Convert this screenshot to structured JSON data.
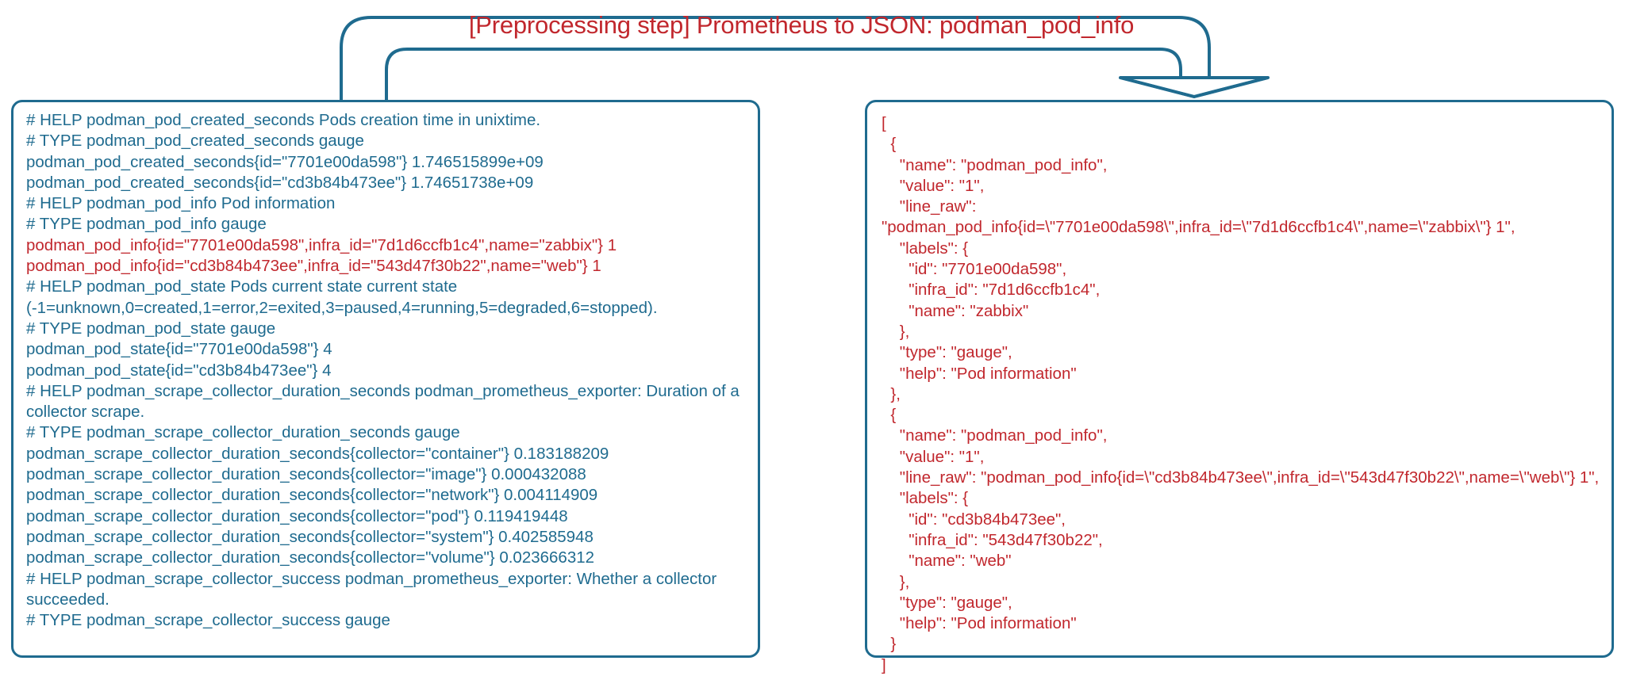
{
  "title": {
    "prefix": "[Preprocessing step]",
    "text": "[Preprocessing step]  Prometheus to JSON: podman_pod_info",
    "color": "#c1272d"
  },
  "colors": {
    "border": "#1f6b8f",
    "body_text": "#1f6b8f",
    "highlight_text": "#c1272d",
    "background": "#ffffff"
  },
  "arrow": {
    "name": "flow-arrow",
    "direction": "left-to-right",
    "from_panel": "panel-prometheus",
    "to_panel": "panel-json"
  },
  "left_panel": {
    "name": "prometheus-exposition-panel",
    "lines": [
      {
        "text": "# HELP podman_pod_created_seconds Pods creation time in unixtime.",
        "color": "blue"
      },
      {
        "text": "# TYPE podman_pod_created_seconds gauge",
        "color": "blue"
      },
      {
        "text": "podman_pod_created_seconds{id=\"7701e00da598\"} 1.746515899e+09",
        "color": "blue"
      },
      {
        "text": "podman_pod_created_seconds{id=\"cd3b84b473ee\"} 1.74651738e+09",
        "color": "blue"
      },
      {
        "text": "# HELP podman_pod_info Pod information",
        "color": "blue"
      },
      {
        "text": "# TYPE podman_pod_info gauge",
        "color": "blue"
      },
      {
        "text": "podman_pod_info{id=\"7701e00da598\",infra_id=\"7d1d6ccfb1c4\",name=\"zabbix\"} 1",
        "color": "red"
      },
      {
        "text": "podman_pod_info{id=\"cd3b84b473ee\",infra_id=\"543d47f30b22\",name=\"web\"} 1",
        "color": "red"
      },
      {
        "text": "# HELP podman_pod_state Pods current state current state (-1=unknown,0=created,1=error,2=exited,3=paused,4=running,5=degraded,6=stopped).",
        "color": "blue"
      },
      {
        "text": "# TYPE podman_pod_state gauge",
        "color": "blue"
      },
      {
        "text": "podman_pod_state{id=\"7701e00da598\"} 4",
        "color": "blue"
      },
      {
        "text": "podman_pod_state{id=\"cd3b84b473ee\"} 4",
        "color": "blue"
      },
      {
        "text": "# HELP podman_scrape_collector_duration_seconds podman_prometheus_exporter: Duration of a collector scrape.",
        "color": "blue"
      },
      {
        "text": "# TYPE podman_scrape_collector_duration_seconds gauge",
        "color": "blue"
      },
      {
        "text": "podman_scrape_collector_duration_seconds{collector=\"container\"} 0.183188209",
        "color": "blue"
      },
      {
        "text": "podman_scrape_collector_duration_seconds{collector=\"image\"} 0.000432088",
        "color": "blue"
      },
      {
        "text": "podman_scrape_collector_duration_seconds{collector=\"network\"} 0.004114909",
        "color": "blue"
      },
      {
        "text": "podman_scrape_collector_duration_seconds{collector=\"pod\"} 0.119419448",
        "color": "blue"
      },
      {
        "text": "podman_scrape_collector_duration_seconds{collector=\"system\"} 0.402585948",
        "color": "blue"
      },
      {
        "text": "podman_scrape_collector_duration_seconds{collector=\"volume\"} 0.023666312",
        "color": "blue"
      },
      {
        "text": "# HELP podman_scrape_collector_success podman_prometheus_exporter: Whether a collector succeeded.",
        "color": "blue"
      },
      {
        "text": "# TYPE podman_scrape_collector_success gauge",
        "color": "blue"
      }
    ]
  },
  "right_panel": {
    "name": "json-output-panel",
    "lines": [
      {
        "text": "[",
        "color": "red"
      },
      {
        "text": "  {",
        "color": "red"
      },
      {
        "text": "    \"name\": \"podman_pod_info\",",
        "color": "red"
      },
      {
        "text": "    \"value\": \"1\",",
        "color": "red"
      },
      {
        "text": "    \"line_raw\":",
        "color": "red"
      },
      {
        "text": "\"podman_pod_info{id=\\\"7701e00da598\\\",infra_id=\\\"7d1d6ccfb1c4\\\",name=\\\"zabbix\\\"} 1\",",
        "color": "red"
      },
      {
        "text": "    \"labels\": {",
        "color": "red"
      },
      {
        "text": "      \"id\": \"7701e00da598\",",
        "color": "red"
      },
      {
        "text": "      \"infra_id\": \"7d1d6ccfb1c4\",",
        "color": "red"
      },
      {
        "text": "      \"name\": \"zabbix\"",
        "color": "red"
      },
      {
        "text": "    },",
        "color": "red"
      },
      {
        "text": "    \"type\": \"gauge\",",
        "color": "red"
      },
      {
        "text": "    \"help\": \"Pod information\"",
        "color": "red"
      },
      {
        "text": "  },",
        "color": "red"
      },
      {
        "text": "  {",
        "color": "red"
      },
      {
        "text": "    \"name\": \"podman_pod_info\",",
        "color": "red"
      },
      {
        "text": "    \"value\": \"1\",",
        "color": "red"
      },
      {
        "text": "    \"line_raw\": \"podman_pod_info{id=\\\"cd3b84b473ee\\\",infra_id=\\\"543d47f30b22\\\",name=\\\"web\\\"} 1\",",
        "color": "red"
      },
      {
        "text": "    \"labels\": {",
        "color": "red"
      },
      {
        "text": "      \"id\": \"cd3b84b473ee\",",
        "color": "red"
      },
      {
        "text": "      \"infra_id\": \"543d47f30b22\",",
        "color": "red"
      },
      {
        "text": "      \"name\": \"web\"",
        "color": "red"
      },
      {
        "text": "    },",
        "color": "red"
      },
      {
        "text": "    \"type\": \"gauge\",",
        "color": "red"
      },
      {
        "text": "    \"help\": \"Pod information\"",
        "color": "red"
      },
      {
        "text": "  }",
        "color": "red"
      },
      {
        "text": "]",
        "color": "red"
      }
    ]
  }
}
